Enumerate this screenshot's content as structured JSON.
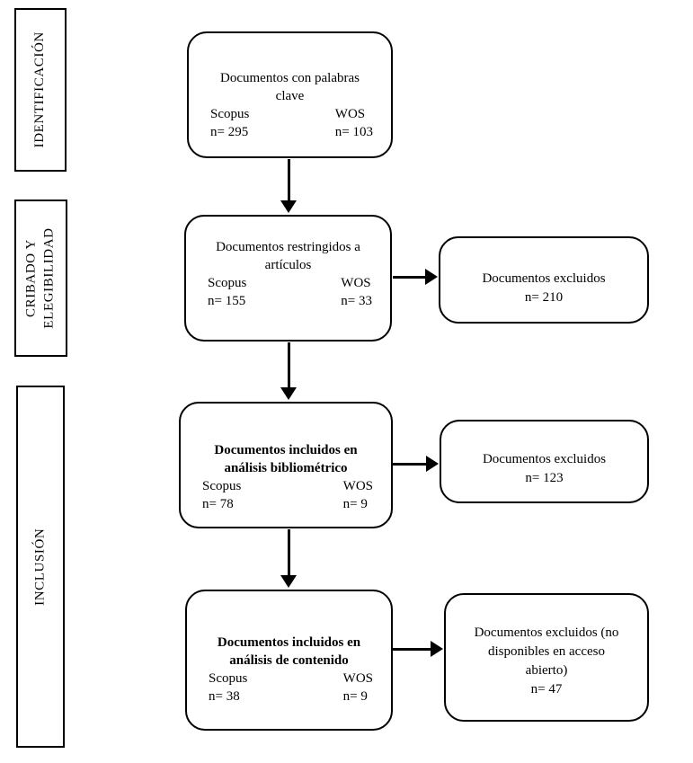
{
  "diagram": {
    "stages": [
      {
        "label": "IDENTIFICACIÓN"
      },
      {
        "label": "CRIBADO Y ELEGIBILIDAD"
      },
      {
        "label": "INCLUSIÓN"
      }
    ],
    "flow_boxes": [
      {
        "title": "Documentos con palabras\nclave",
        "columns": [
          {
            "source": "Scopus",
            "count": "n= 295"
          },
          {
            "source": "WOS",
            "count": "n= 103"
          }
        ]
      },
      {
        "title": "Documentos restringidos a\nartículos",
        "columns": [
          {
            "source": "Scopus",
            "count": "n= 155"
          },
          {
            "source": "WOS",
            "count": "n= 33"
          }
        ]
      },
      {
        "title": "Documentos incluidos en\nanálisis bibliométrico",
        "columns": [
          {
            "source": "Scopus",
            "count": "n= 78"
          },
          {
            "source": "WOS",
            "count": "n= 9"
          }
        ]
      },
      {
        "title": "Documentos incluidos en\nanálisis de contenido",
        "columns": [
          {
            "source": "Scopus",
            "count": "n= 38"
          },
          {
            "source": "WOS",
            "count": "n= 9"
          }
        ]
      }
    ],
    "excluded_boxes": [
      {
        "text": "Documentos excluidos",
        "count": "n= 210"
      },
      {
        "text": "Documentos excluidos",
        "count": "n= 123"
      },
      {
        "text": "Documentos excluidos (no\ndisponibles en acceso\nabierto)",
        "count": "n= 47"
      }
    ],
    "line_color": "#000000",
    "background_color": "#ffffff"
  }
}
